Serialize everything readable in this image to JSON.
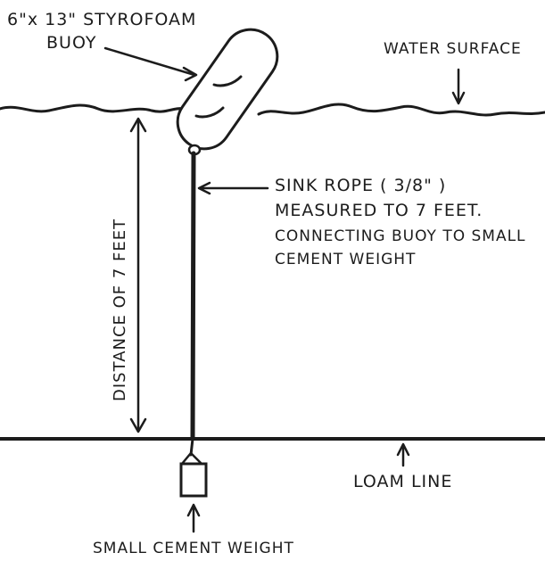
{
  "labels": {
    "buoy_line1": "6\"x 13\" STYROFOAM",
    "buoy_line2": "BUOY",
    "water_surface": "WATER SURFACE",
    "rope_line1": "SINK ROPE ( 3/8\" )",
    "rope_line2": "MEASURED TO 7 FEET.",
    "rope_line3": "CONNECTING BUOY TO SMALL",
    "rope_line4": "CEMENT WEIGHT",
    "distance": "DISTANCE OF 7 FEET",
    "loam_line": "LOAM LINE",
    "weight": "SMALL CEMENT WEIGHT"
  },
  "colors": {
    "ink": "#1c1c1c",
    "background": "#ffffff"
  }
}
